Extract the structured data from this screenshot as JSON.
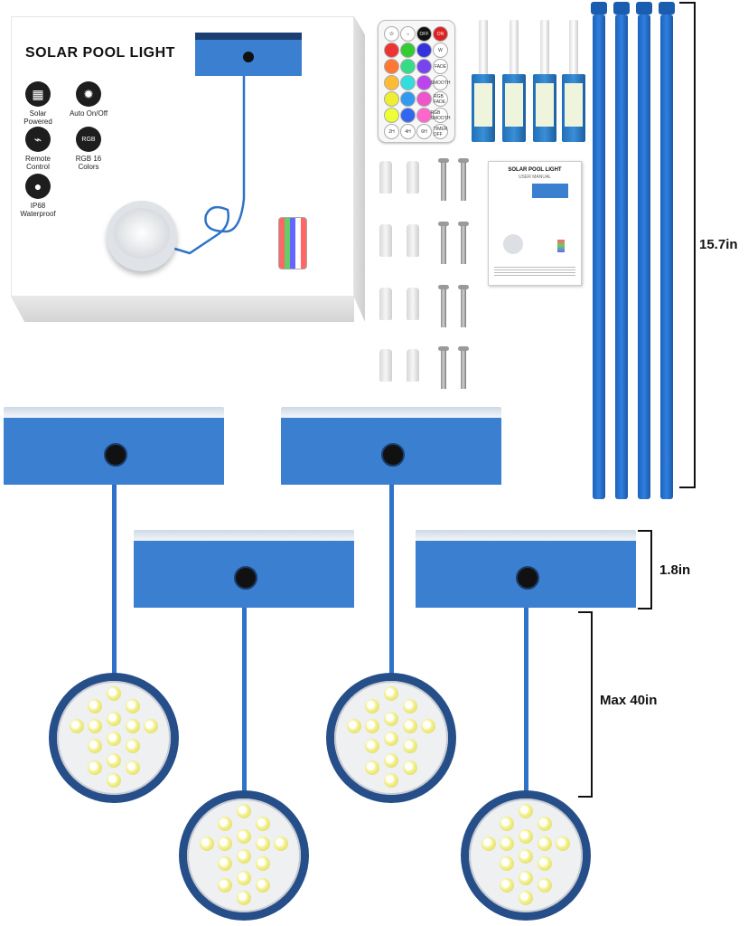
{
  "box": {
    "title": "SOLAR POOL LIGHT",
    "features": [
      {
        "icon": "solar-panel-icon",
        "label": "Solar Powered"
      },
      {
        "icon": "bulb-icon",
        "label": "Auto On/Off"
      },
      {
        "icon": "remote-icon",
        "label": "Remote Control"
      },
      {
        "icon": "rgb-icon",
        "label": "RGB 16 Colors"
      },
      {
        "icon": "water-drop-icon",
        "label": "IP68 Waterproof"
      }
    ]
  },
  "remote": {
    "buttons": [
      "OFF",
      "ON",
      "FADE",
      "SMOOTH",
      "RGB FADE",
      "RGB SMOOTH",
      "2H",
      "4H",
      "6H",
      "TIMER OFF"
    ]
  },
  "manual": {
    "title": "SOLAR POOL LIGHT",
    "subtitle": "USER MANUAL"
  },
  "dimensions": {
    "tie_length": "15.7in",
    "panel_height": "1.8in",
    "cord_length": "Max 40in"
  },
  "colors": {
    "panel_blue": "#3a7fd0",
    "tie_blue": "#2f7fe0",
    "cord_blue": "#2e73c9"
  }
}
